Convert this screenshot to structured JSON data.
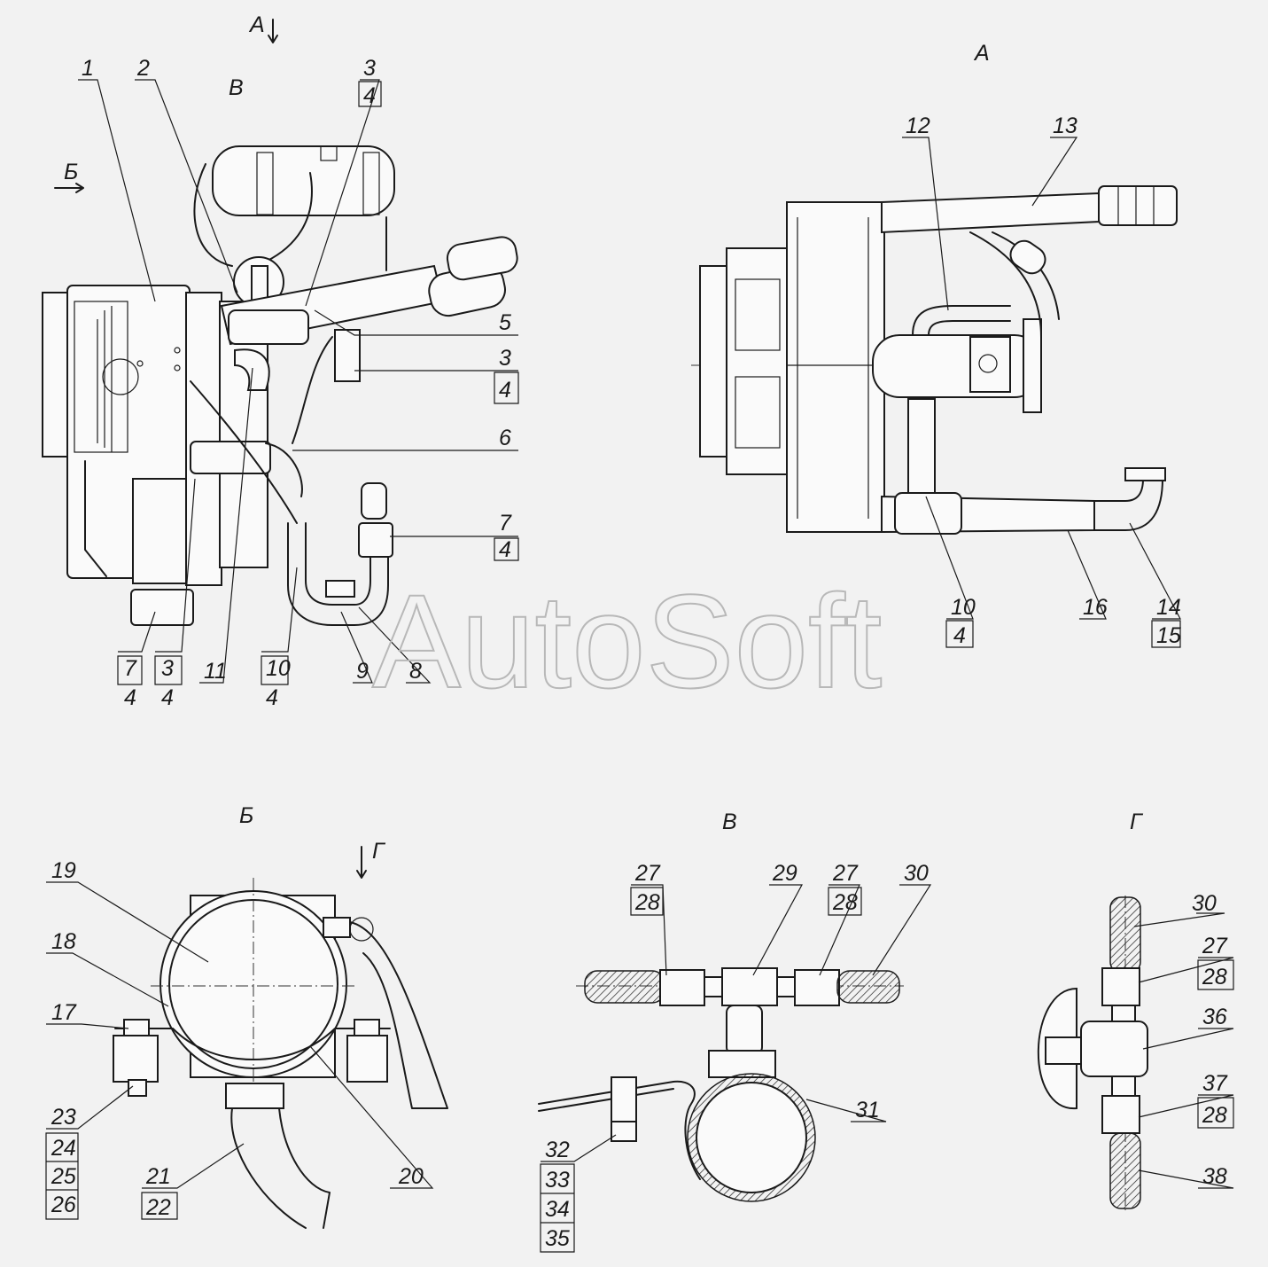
{
  "watermark": "AutoSoft",
  "views": {
    "A_arrow": "А",
    "B_arrow": "Б",
    "A": "А",
    "B": "Б",
    "V": "В",
    "V_mark": "В",
    "G": "Г",
    "G_arrow": "Г"
  },
  "labels": {
    "l1": "1",
    "l2": "2",
    "l3a": "3",
    "l4a": "4",
    "l5": "5",
    "l3b": "3",
    "l4b": "4",
    "l6": "6",
    "l7a": "7",
    "l4c": "4",
    "l7b": "7",
    "l4d": "4",
    "l3c": "3",
    "l4e": "4",
    "l11": "11",
    "l10a": "10",
    "l4f": "4",
    "l9": "9",
    "l8": "8",
    "l12": "12",
    "l13": "13",
    "l10b": "10",
    "l4g": "4",
    "l16": "16",
    "l14": "14",
    "l15": "15",
    "l19": "19",
    "l18": "18",
    "l17": "17",
    "l23": "23",
    "l24": "24",
    "l25": "25",
    "l26": "26",
    "l21": "21",
    "l22": "22",
    "l20": "20",
    "l27a": "27",
    "l28a": "28",
    "l29": "29",
    "l27b": "27",
    "l28b": "28",
    "l30a": "30",
    "l31": "31",
    "l32": "32",
    "l33": "33",
    "l34": "34",
    "l35": "35",
    "l30b": "30",
    "l27c": "27",
    "l28c": "28",
    "l36": "36",
    "l37": "37",
    "l28d": "28",
    "l38": "38"
  }
}
